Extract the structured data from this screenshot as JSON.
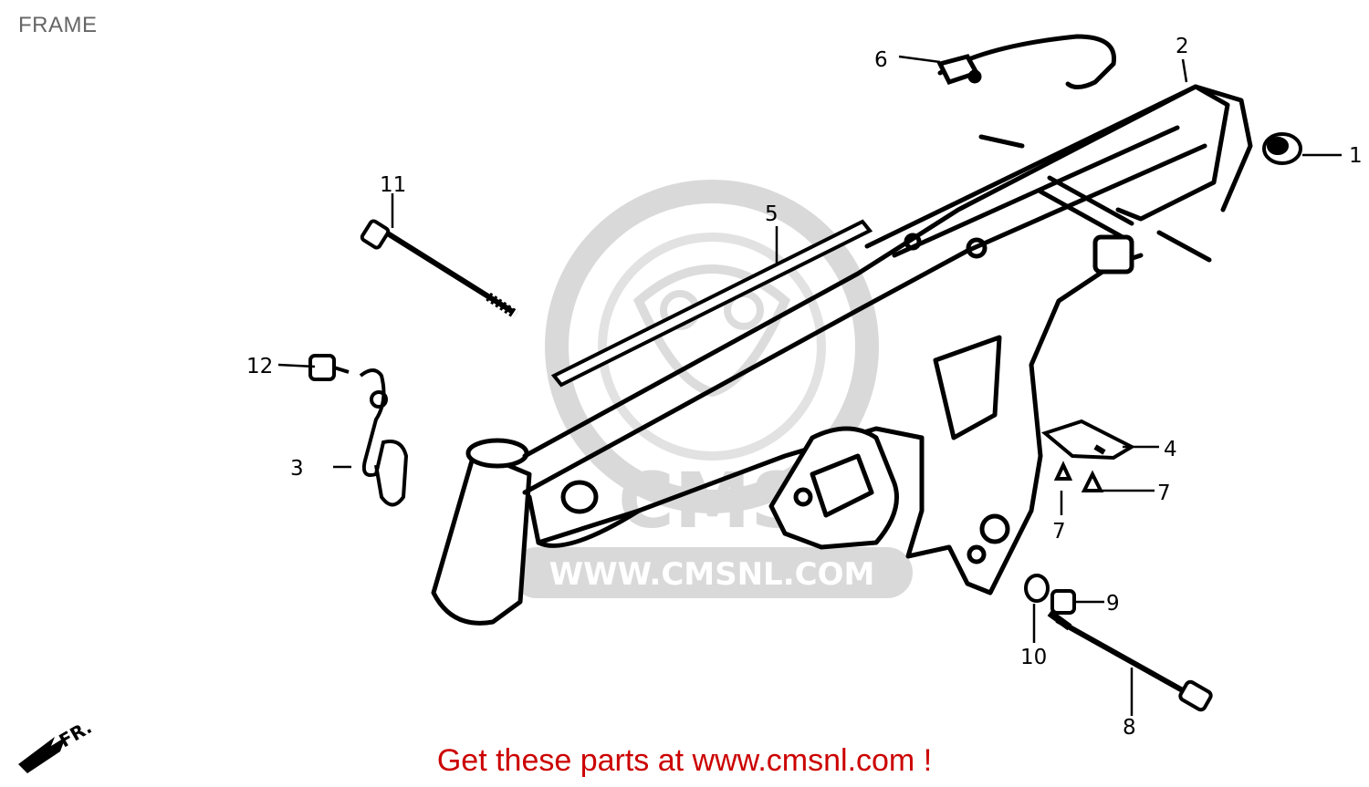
{
  "header": {
    "title": "FRAME"
  },
  "diagram": {
    "callouts": [
      {
        "number": "1"
      },
      {
        "number": "2"
      },
      {
        "number": "3"
      },
      {
        "number": "4"
      },
      {
        "number": "5"
      },
      {
        "number": "6"
      },
      {
        "number": "7"
      },
      {
        "number": "7"
      },
      {
        "number": "8"
      },
      {
        "number": "9"
      },
      {
        "number": "10"
      },
      {
        "number": "11"
      },
      {
        "number": "12"
      }
    ],
    "direction_label": "FR.",
    "watermark": "WWW.CMSNL.COM",
    "watermark_logo": "CMS"
  },
  "footer": {
    "text": "Get these parts at www.cmsnl.com !"
  },
  "colors": {
    "footer": "#cc0000",
    "title": "#666666",
    "watermark": "#d9d9d9"
  }
}
